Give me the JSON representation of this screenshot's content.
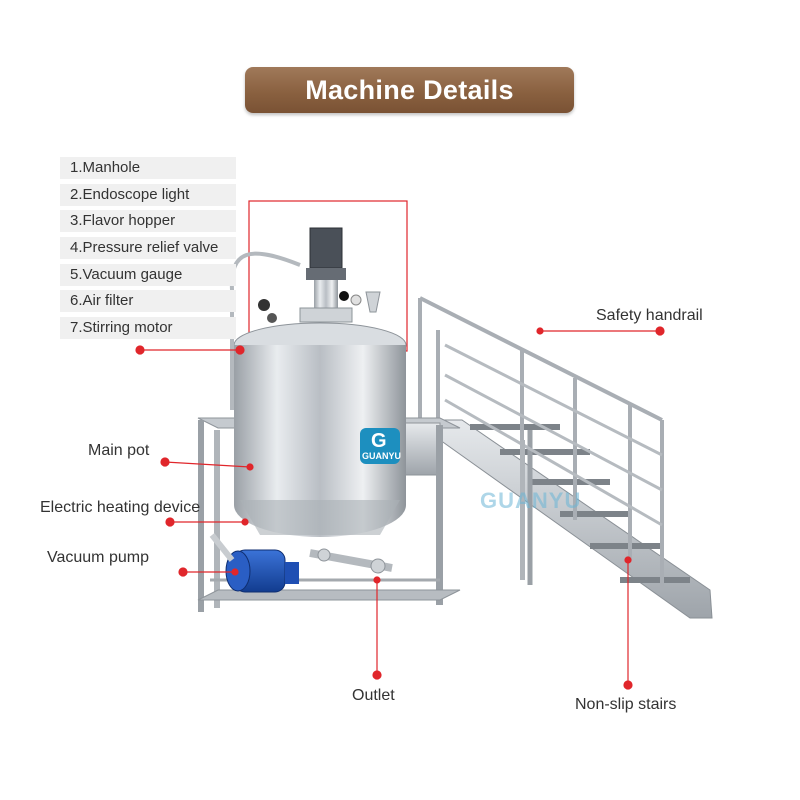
{
  "title": "Machine Details",
  "legend": [
    "1.Manhole",
    "2.Endoscope light",
    "3.Flavor hopper",
    "4.Pressure relief valve",
    "5.Vacuum gauge",
    "6.Air filter",
    "7.Stirring motor"
  ],
  "labels": {
    "safety_handrail": "Safety handrail",
    "main_pot": "Main pot",
    "electric_heating": "Electric heating device",
    "vacuum_pump": "Vacuum pump",
    "outlet": "Outlet",
    "non_slip_stairs": "Non-slip stairs"
  },
  "logo": {
    "text": "GUANYU",
    "letter": "G"
  },
  "watermark": "GUANYU",
  "colors": {
    "banner": "#8a6140",
    "callout": "#e0262b",
    "steel": "#c8ccd0",
    "pump": "#1f4fb3"
  }
}
